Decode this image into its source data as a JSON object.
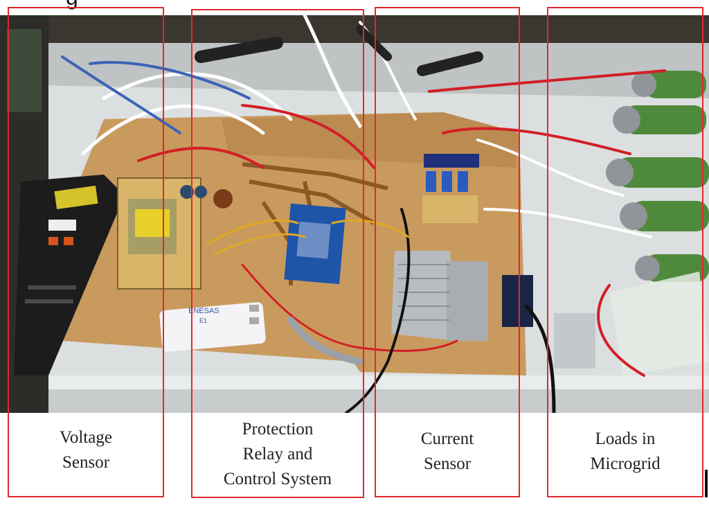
{
  "header": {
    "clipped_fragment": "g"
  },
  "panels": [
    {
      "name": "voltage-sensor",
      "label": "Voltage\nSensor"
    },
    {
      "name": "protection-relay",
      "label": "Protection\nRelay and\nControl System"
    },
    {
      "name": "current-sensor",
      "label": "Current\nSensor"
    },
    {
      "name": "loads",
      "label": "Loads in\nMicrogrid"
    }
  ],
  "colors": {
    "frame": "#e0282e",
    "table": "#dcdfe0",
    "board": "#c99a5e",
    "wire_red": "#d21f26",
    "resistor_green": "#4f8a3c"
  },
  "photo_objects": [
    "multimeter",
    "transformer",
    "control-board",
    "renesas-e1-programmer",
    "relay-module",
    "power-supplies",
    "resistor-loads",
    "wires"
  ]
}
